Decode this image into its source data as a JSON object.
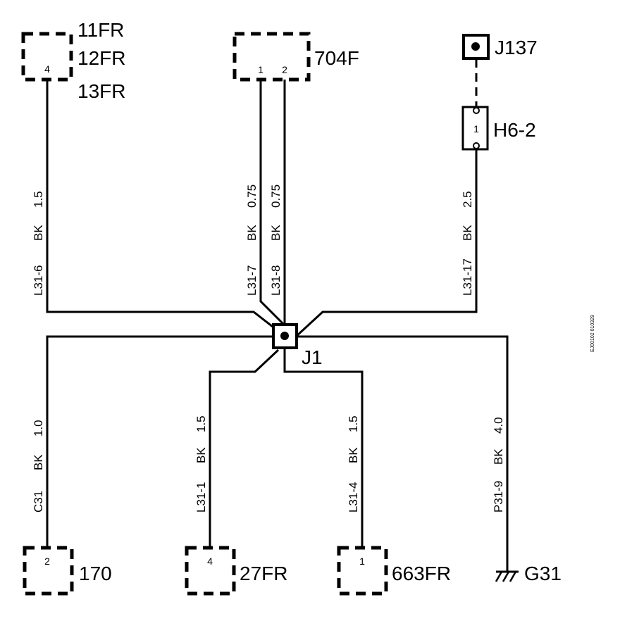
{
  "connectors": {
    "top_left": {
      "pin": "4",
      "labels": [
        "11FR",
        "12FR",
        "13FR"
      ]
    },
    "top_mid": {
      "pins": [
        "1",
        "2"
      ],
      "label": "704F"
    },
    "j137": {
      "label": "J137"
    },
    "h6": {
      "pin": "1",
      "label": "H6-2"
    },
    "bot_170": {
      "pin": "2",
      "label": "170"
    },
    "bot_27fr": {
      "pin": "4",
      "label": "27FR"
    },
    "bot_663fr": {
      "pin": "1",
      "label": "663FR"
    },
    "ground": {
      "label": "G31"
    }
  },
  "splice": {
    "label": "J1"
  },
  "wires": {
    "w_l31_6": {
      "id": "L31-6",
      "color": "BK",
      "size": "1.5"
    },
    "w_l31_7": {
      "id": "L31-7",
      "color": "BK",
      "size": "0.75"
    },
    "w_l31_8": {
      "id": "L31-8",
      "color": "BK",
      "size": "0.75"
    },
    "w_l31_17": {
      "id": "L31-17",
      "color": "BK",
      "size": "2.5"
    },
    "w_c31": {
      "id": "C31",
      "color": "BK",
      "size": "1.0"
    },
    "w_l31_1": {
      "id": "L31-1",
      "color": "BK",
      "size": "1.5"
    },
    "w_l31_4": {
      "id": "L31-4",
      "color": "BK",
      "size": "1.5"
    },
    "w_p31_9": {
      "id": "P31-9",
      "color": "BK",
      "size": "4.0"
    }
  },
  "figure_code": "EJ00102  010329"
}
